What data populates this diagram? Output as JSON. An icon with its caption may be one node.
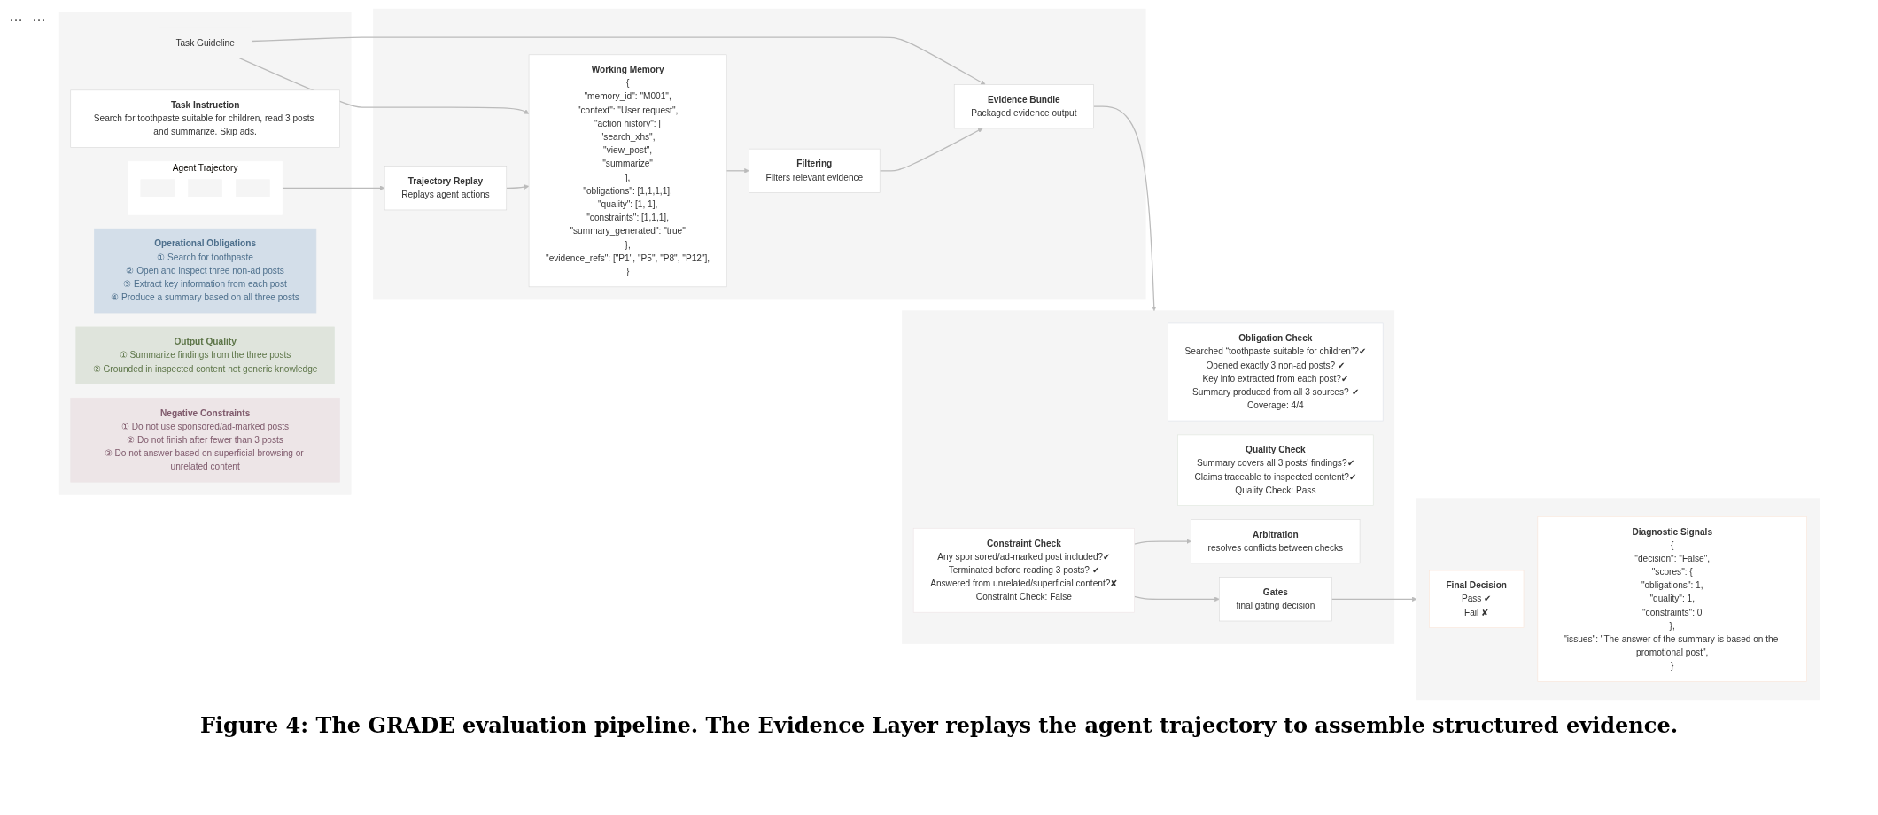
{
  "diagram": {
    "caption": "Figure 4: The GRADE evaluation pipeline. The Evidence Layer replays the agent trajectory to assemble structured evidence.",
    "nodes": [
      {
        "text": [],
        "shape": "box"
      },
      {
        "text": [
          "Task Instruction",
          "Search for toothpaste suitable for children, read 3 posts and summarize. Skip ads."
        ],
        "in": 0
      },
      {
        "text": [
          "Agent Trajectory"
        ],
        "in": 0
      },
      {
        "text": [],
        "shape": "box",
        "in": 2
      },
      {
        "text": [],
        "shape": "box",
        "in": 2
      },
      {
        "text": [],
        "shape": "box",
        "in": 2
      },
      {
        "text": [
          "Task Guideline"
        ],
        "in": 0
      },
      {
        "text": [
          "Operational Obligations",
          "① Search for toothpaste",
          "② Open and inspect three non-ad posts",
          "③ Extract key information from each post",
          "④ Produce a summary based on all three posts"
        ],
        "in": 0
      },
      {
        "text": [
          "Output Quality",
          "① Summarize findings from the three posts",
          "② Grounded in inspected content not generic knowledge"
        ],
        "in": 0
      },
      {
        "text": [
          "Negative Constraints",
          "① Do not use sponsored/ad-marked posts",
          "② Do not finish after fewer than 3 posts",
          "③ Do not answer based on superficial browsing or unrelated content"
        ],
        "in": 0
      },
      {
        "text": [],
        "shape": "box"
      },
      {
        "text": [
          "Trajectory Replay",
          "Replays agent actions"
        ],
        "in": 10
      },
      {
        "text": [
          "Working Memory",
          "{",
          "\"memory_id\": \"M001\",",
          "\"context\": \"User request\",",
          "\"action history\": [",
          "\"search_xhs\",",
          "\"view_post\",",
          "\"summarize\"",
          "],",
          "\"obligations\": [1,1,1,1],",
          "\"quality\": [1, 1],",
          "\"constraints\": [1,1,1],",
          "\"summary_generated\": \"true\"",
          "},",
          "\"evidence_refs\": [\"P1\", \"P5\", \"P8\", \"P12\"],",
          "}"
        ],
        "in": 10
      },
      {
        "text": [
          "Filtering",
          "Filters relevant evidence"
        ],
        "in": 10
      },
      {
        "text": [
          "Evidence Bundle",
          "Packaged evidence output"
        ],
        "in": 10
      },
      {
        "text": [],
        "shape": "box"
      },
      {
        "text": [
          "Obligation Check",
          "Searched “toothpaste suitable for children”?✔",
          "Opened exactly 3 non-ad posts? ✔",
          "Key info extracted from each post?✔",
          "Summary produced from all 3 sources? ✔",
          "Coverage: 4/4"
        ],
        "in": 15
      },
      {
        "text": [
          "Quality Check",
          "Summary covers all 3 posts' findings?✔",
          "Claims traceable to inspected content?✔",
          "Quality Check: Pass"
        ],
        "in": 15
      },
      {
        "text": [
          "Constraint Check",
          "Any sponsored/ad-marked post included?✔",
          "Terminated before reading 3 posts? ✔",
          "Answered from unrelated/superficial content?✘",
          "Constraint Check: False"
        ],
        "in": 15
      },
      {
        "text": [
          "Arbitration",
          "resolves conflicts between checks"
        ],
        "in": 15
      },
      {
        "text": [
          "Gates",
          "final gating decision"
        ],
        "in": 15
      },
      {
        "text": [],
        "shape": "box"
      },
      {
        "text": [
          "Final Decision",
          "Pass ✔",
          "Fail ✘"
        ],
        "in": 21
      },
      {
        "text": [
          "Diagnostic Signals",
          "{",
          "\"decision\": \"False\",",
          "\"scores\": {",
          "\"obligations\": 1,",
          "\"quality\": 1,",
          "\"constraints\": 0",
          "},",
          "\"issues\": \"The answer of the summary is based on the promotional post\",",
          "}"
        ],
        "in": 21
      }
    ],
    "edges": [
      {
        "from": 2,
        "to": 11,
        "arrow": "to"
      },
      {
        "from": 6,
        "to": 12,
        "arrow": "to"
      },
      {
        "from": 6,
        "to": 14,
        "arrow": "to"
      },
      {
        "from": 11,
        "to": 12,
        "arrow": "to"
      },
      {
        "from": 12,
        "to": 13,
        "arrow": "to"
      },
      {
        "from": 13,
        "to": 14,
        "arrow": "to"
      },
      {
        "from": 14,
        "to": 15,
        "arrow": "to"
      },
      {
        "from": 18,
        "to": 19,
        "arrow": "to"
      },
      {
        "from": 18,
        "to": 20,
        "arrow": "to"
      },
      {
        "from": 20,
        "to": 21,
        "arrow": "to"
      }
    ],
    "labels": [
      "…",
      "…"
    ]
  }
}
